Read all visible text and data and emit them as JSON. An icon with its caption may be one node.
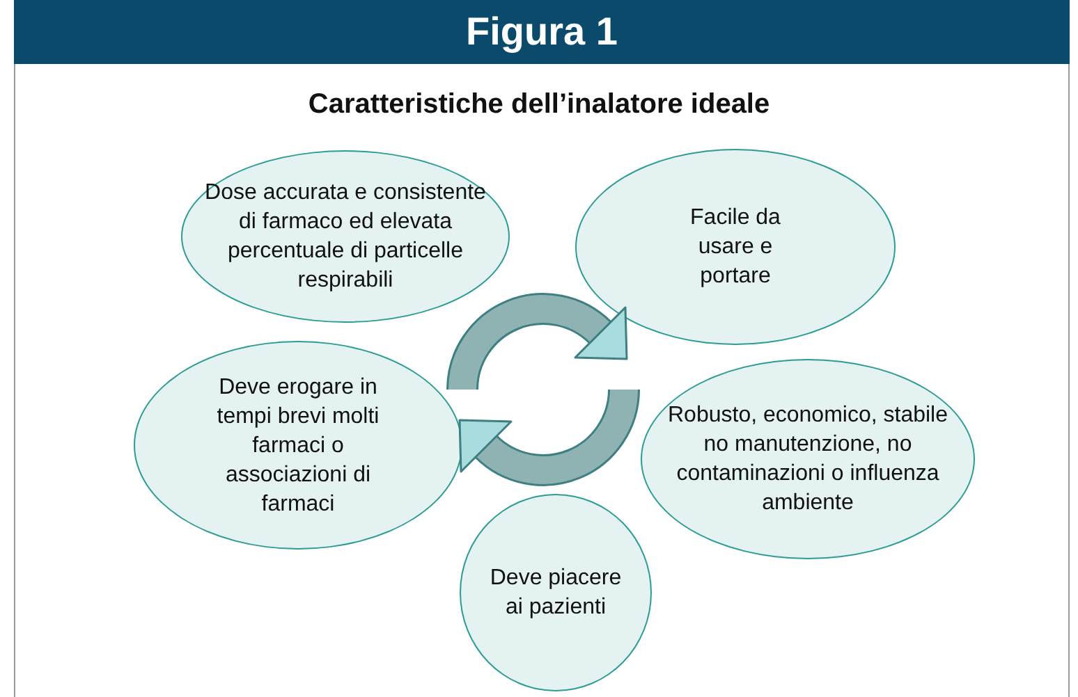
{
  "diagram": {
    "title": "Caratteristiche dell’inalatore ideale",
    "nodes": [
      {
        "text": [
          "Dose accurata e consistente di farmaco ed elevata percentuale di particelle respirabili"
        ]
      },
      {
        "text": [
          "Facile da usare e portare"
        ]
      },
      {
        "text": [
          "Deve erogare in tempi brevi molti farmaci o associazioni di farmaci"
        ]
      },
      {
        "text": [
          "Robusto, economico, stabile no manutenzione, no contaminazioni o influenza ambiente"
        ]
      },
      {
        "text": [
          "Deve piacere ai pazienti"
        ]
      }
    ],
    "labels": [
      "Figura 1"
    ]
  }
}
